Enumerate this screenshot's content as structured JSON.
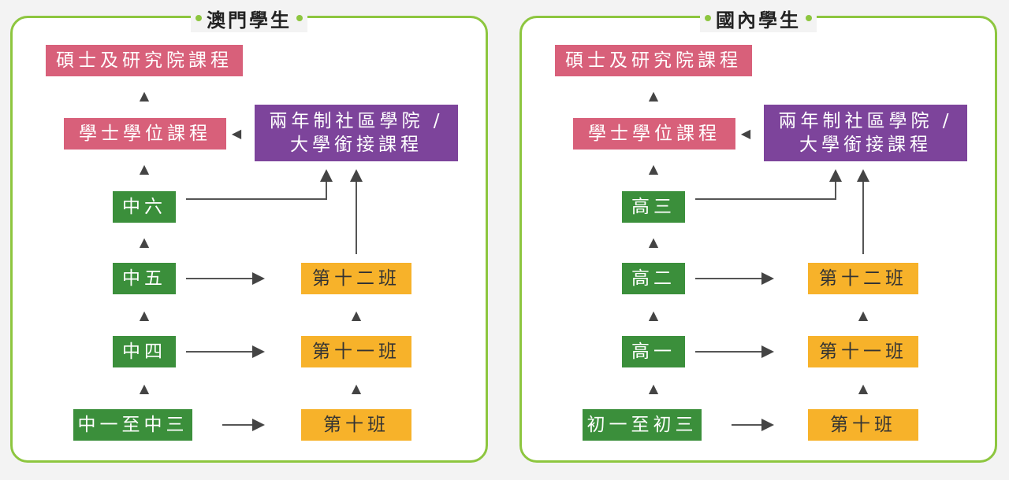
{
  "colors": {
    "border_green": "#8dc63f",
    "pink": "#d8607a",
    "purple": "#7d449b",
    "green": "#3b8f3b",
    "orange": "#f7b22a"
  },
  "macau": {
    "title": "澳門學生",
    "masters": "碩士及研究院課程",
    "bachelor": "學士學位課程",
    "bridge_line1": "兩年制社區學院 /",
    "bridge_line2": "大學銜接課程",
    "s6": "中六",
    "s5": "中五",
    "s4": "中四",
    "junior": "中一至中三",
    "grade12": "第十二班",
    "grade11": "第十一班",
    "grade10": "第十班"
  },
  "mainland": {
    "title": "國內學生",
    "masters": "碩士及研究院課程",
    "bachelor": "學士學位課程",
    "bridge_line1": "兩年制社區學院 /",
    "bridge_line2": "大學銜接課程",
    "s6": "高三",
    "s5": "高二",
    "s4": "高一",
    "junior": "初一至初三",
    "grade12": "第十二班",
    "grade11": "第十一班",
    "grade10": "第十班"
  }
}
